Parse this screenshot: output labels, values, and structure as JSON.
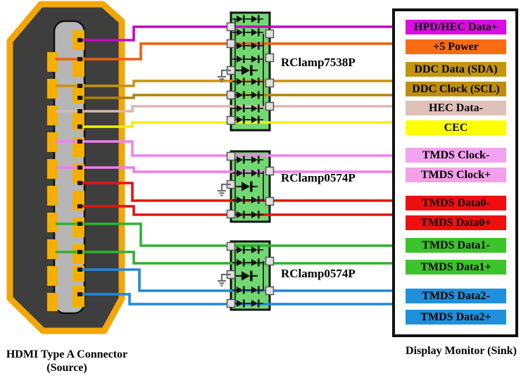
{
  "connector": {
    "caption_line1": "HDMI Type A Connector",
    "caption_line2": "(Source)"
  },
  "monitor": {
    "caption": "Display Monitor (Sink)"
  },
  "chips": [
    {
      "label": "RClamp7538P"
    },
    {
      "label": "RClamp0574P"
    },
    {
      "label": "RClamp0574P"
    }
  ],
  "signals": [
    {
      "label": "HPD/HEC Data+",
      "box_color": "#D90DE0",
      "wire_color": "#C408C4"
    },
    {
      "label": "+5 Power",
      "box_color": "#FA6C13",
      "wire_color": "#EC5F10"
    },
    {
      "label": "DDC Data (SDA)",
      "box_color": "#C4950F",
      "wire_color": "#C9930E"
    },
    {
      "label": "DDC Clock (SCL)",
      "box_color": "#C08E0E",
      "wire_color": "#B0820A"
    },
    {
      "label": "HEC Data-",
      "box_color": "#DEC2BA",
      "wire_color": "#D8B8B0"
    },
    {
      "label": "CEC",
      "box_color": "#FFFF00",
      "wire_color": "#F2F200"
    },
    {
      "label": "TMDS Clock-",
      "box_color": "#F2A2F0",
      "wire_color": "#EE82EE"
    },
    {
      "label": "TMDS Clock+",
      "box_color": "#F2A0EA",
      "wire_color": "#F07CE8"
    },
    {
      "label": "TMDS Data0-",
      "box_color": "#EE1010",
      "wire_color": "#E61212"
    },
    {
      "label": "TMDS Data0+",
      "box_color": "#EE1010",
      "wire_color": "#E61212"
    },
    {
      "label": "TMDS Data1-",
      "box_color": "#3DC32B",
      "wire_color": "#2EB32E"
    },
    {
      "label": "TMDS Data1+",
      "box_color": "#3DC32B",
      "wire_color": "#2EB32E"
    },
    {
      "label": "TMDS Data2-",
      "box_color": "#1E90DC",
      "wire_color": "#2287DC"
    },
    {
      "label": "TMDS Data2+",
      "box_color": "#1E90DC",
      "wire_color": "#2287DC"
    }
  ],
  "colors": {
    "connector_outline": "#F2A609",
    "connector_body": "#3E3E3E",
    "connector_slot": "#B6B6B6",
    "connector_pin": "#F5AF00",
    "chip_fill": "#72D872",
    "chip_pin": "#E0E0E0"
  }
}
